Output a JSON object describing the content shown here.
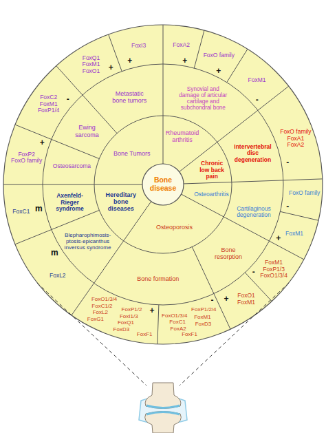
{
  "diagram": {
    "nodes": [
      {
        "text": [
          "Bone disease"
        ]
      },
      {
        "text": [
          "Bone Tumors"
        ]
      },
      {
        "text": [
          "Rheumatoid arthritis"
        ]
      },
      {
        "text": [
          "Chronic low back pain"
        ]
      },
      {
        "text": [
          "Osteoarthritis"
        ]
      },
      {
        "text": [
          "Osteoporosis"
        ]
      },
      {
        "text": [
          "Hereditary bone diseases"
        ]
      },
      {
        "text": [
          "Metastatic bone tumors"
        ]
      },
      {
        "text": [
          "Ewing sarcoma"
        ]
      },
      {
        "text": [
          "Osteosarcoma"
        ]
      },
      {
        "text": [
          "Synovial and damage of articular cartilage and subchondral bone"
        ]
      },
      {
        "text": [
          "Intervertebral disc degeneration"
        ]
      },
      {
        "text": [
          "Cartilaginous degeneration"
        ]
      },
      {
        "text": [
          "Bone resorption"
        ]
      },
      {
        "text": [
          "Bone formation"
        ]
      },
      {
        "text": [
          "Blepharophimosis-ptosis-epicanthus inversus syndrome"
        ]
      },
      {
        "text": [
          "Axenfeld-Rieger syndrome"
        ]
      },
      {
        "text": [
          "FoxI3"
        ]
      },
      {
        "text": [
          "FoxQ1",
          "FoxM1",
          "FoxO1"
        ]
      },
      {
        "text": [
          "FoxC2",
          "FoxM1",
          "FoxP1/4"
        ]
      },
      {
        "text": [
          "FoxP2",
          "FoxO family"
        ]
      },
      {
        "text": [
          "FoxA2"
        ]
      },
      {
        "text": [
          "FoxO family"
        ]
      },
      {
        "text": [
          "FoxM1"
        ]
      },
      {
        "text": [
          "FoxO family",
          "FoxA1",
          "FoxA2"
        ]
      },
      {
        "text": [
          "FoxO family"
        ]
      },
      {
        "text": [
          "FoxM1"
        ]
      },
      {
        "text": [
          "FoxM1",
          "FoxP1/3",
          "FoxO1/3/4"
        ]
      },
      {
        "text": [
          "FoxO1",
          "FoxM1"
        ]
      },
      {
        "text": [
          "FoxO1/3/4",
          "FoxP1/2/4",
          "FoxC1",
          "FoxM1",
          "FoxA2",
          "FoxD3",
          "FoxF1"
        ]
      },
      {
        "text": [
          "FoxO1/3/4",
          "FoxP1/2",
          "FoxC1/2",
          "FoxI1/3",
          "FoxL2",
          "FoxQ1",
          "FoxG1",
          "FoxD3",
          "FoxF1"
        ]
      },
      {
        "text": [
          "FoxC1"
        ]
      },
      {
        "text": [
          "FoxL2"
        ]
      }
    ],
    "labels": [
      "+",
      "+",
      "-",
      "+",
      "m",
      "m",
      "+",
      "-",
      "+",
      "-",
      "+",
      "-",
      "-",
      "-",
      "+",
      "+"
    ]
  }
}
